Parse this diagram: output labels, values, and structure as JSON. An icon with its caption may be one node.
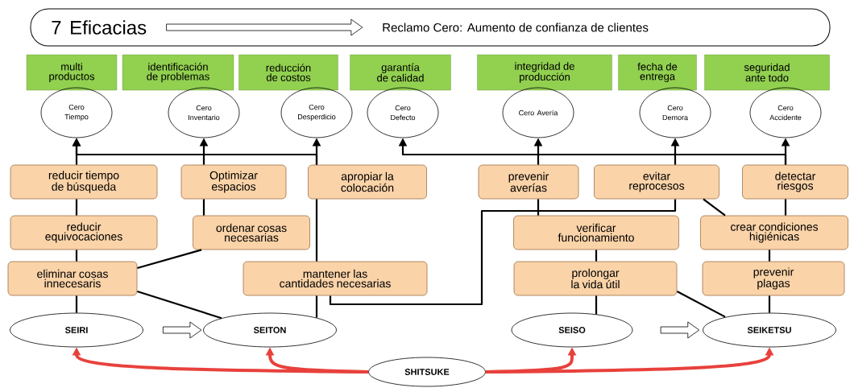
{
  "diagram": {
    "nodes": [
      {
        "text": [],
        "shape": "box"
      },
      {
        "text": [
          "7 Eficacias"
        ],
        "in": 0
      },
      {
        "text": [
          "Reclamo Cero: Aumento de confianza de clientes"
        ],
        "in": 0
      },
      {
        "text": [
          "multi productos"
        ]
      },
      {
        "text": [
          "identificación de problemas"
        ]
      },
      {
        "text": [
          "reducción de costos"
        ]
      },
      {
        "text": [
          "garantía de calidad"
        ]
      },
      {
        "text": [
          "integridad de producción"
        ]
      },
      {
        "text": [
          "fecha de entrega"
        ]
      },
      {
        "text": [
          "seguridad ante todo"
        ]
      },
      {
        "text": [
          "Cero Tiempo"
        ]
      },
      {
        "text": [
          "Cero Inventario"
        ]
      },
      {
        "text": [
          "Cero Desperdicio"
        ]
      },
      {
        "text": [
          "Cero Defecto"
        ]
      },
      {
        "text": [
          "Cero Avería"
        ]
      },
      {
        "text": [
          "Cero Demora"
        ]
      },
      {
        "text": [
          "Cero Accidente"
        ]
      },
      {
        "text": [
          "reducir tiempo de búsqueda"
        ]
      },
      {
        "text": [
          "Optimizar espacios"
        ]
      },
      {
        "text": [
          "apropiar la colocación"
        ]
      },
      {
        "text": [
          "prevenir averías"
        ]
      },
      {
        "text": [
          "evitar reprocesos"
        ]
      },
      {
        "text": [
          "detectar riesgos"
        ]
      },
      {
        "text": [
          "reducir equivocaciones"
        ]
      },
      {
        "text": [
          "ordenar cosas necesarias"
        ]
      },
      {
        "text": [
          "verificar funcionamiento"
        ]
      },
      {
        "text": [
          "crear condiciones higiénicas"
        ]
      },
      {
        "text": [
          "eliminar cosas innecesaris"
        ]
      },
      {
        "text": [
          "mantener las cantidades necesarias"
        ]
      },
      {
        "text": [
          "prolongar la vida útil"
        ]
      },
      {
        "text": [
          "prevenir plagas"
        ]
      },
      {
        "text": [
          "SEIRI"
        ]
      },
      {
        "text": [
          "SEITON"
        ]
      },
      {
        "text": [
          "SEISO"
        ]
      },
      {
        "text": [
          "SEIKETSU"
        ]
      },
      {
        "text": [
          "SHITSUKE"
        ]
      }
    ],
    "edges": [
      {
        "from": 1,
        "to": 2,
        "arrow": "to"
      },
      {
        "from": 17,
        "to": 10,
        "arrow": "to"
      },
      {
        "from": 18,
        "to": 11,
        "arrow": "to"
      },
      {
        "from": 19,
        "to": 12,
        "arrow": "to"
      },
      {
        "from": 19,
        "to": 10,
        "arrow": "to"
      },
      {
        "from": 20,
        "to": 14,
        "arrow": "to"
      },
      {
        "from": 21,
        "to": 15,
        "arrow": "to"
      },
      {
        "from": 22,
        "to": 16,
        "arrow": "to"
      },
      {
        "from": 22,
        "to": 13,
        "arrow": "to"
      },
      {
        "from": 23,
        "to": 17,
        "arrow": "none"
      },
      {
        "from": 27,
        "to": 23,
        "arrow": "none"
      },
      {
        "from": 31,
        "to": 27,
        "arrow": "none"
      },
      {
        "from": 27,
        "to": 24,
        "arrow": "none"
      },
      {
        "from": 27,
        "to": 32,
        "arrow": "none"
      },
      {
        "from": 24,
        "to": 18,
        "arrow": "none"
      },
      {
        "from": 32,
        "to": 28,
        "arrow": "none"
      },
      {
        "from": 28,
        "to": 19,
        "arrow": "none"
      },
      {
        "from": 28,
        "to": 21,
        "arrow": "none"
      },
      {
        "from": 25,
        "to": 20,
        "arrow": "none"
      },
      {
        "from": 29,
        "to": 25,
        "arrow": "none"
      },
      {
        "from": 33,
        "to": 29,
        "arrow": "none"
      },
      {
        "from": 29,
        "to": 34,
        "arrow": "none"
      },
      {
        "from": 21,
        "to": 26,
        "arrow": "none"
      },
      {
        "from": 26,
        "to": 22,
        "arrow": "none"
      },
      {
        "from": 30,
        "to": 26,
        "arrow": "none"
      },
      {
        "from": 34,
        "to": 30,
        "arrow": "none"
      },
      {
        "from": 31,
        "to": 32,
        "arrow": "to"
      },
      {
        "from": 33,
        "to": 34,
        "arrow": "to"
      },
      {
        "from": 35,
        "to": 31,
        "arrow": "to",
        "style": "thick",
        "color": "#e8413c"
      },
      {
        "from": 35,
        "to": 32,
        "arrow": "to",
        "style": "thick",
        "color": "#e8413c"
      },
      {
        "from": 35,
        "to": 33,
        "arrow": "to",
        "style": "thick",
        "color": "#e8413c"
      },
      {
        "from": 35,
        "to": 34,
        "arrow": "to",
        "style": "thick",
        "color": "#e8413c"
      }
    ]
  }
}
